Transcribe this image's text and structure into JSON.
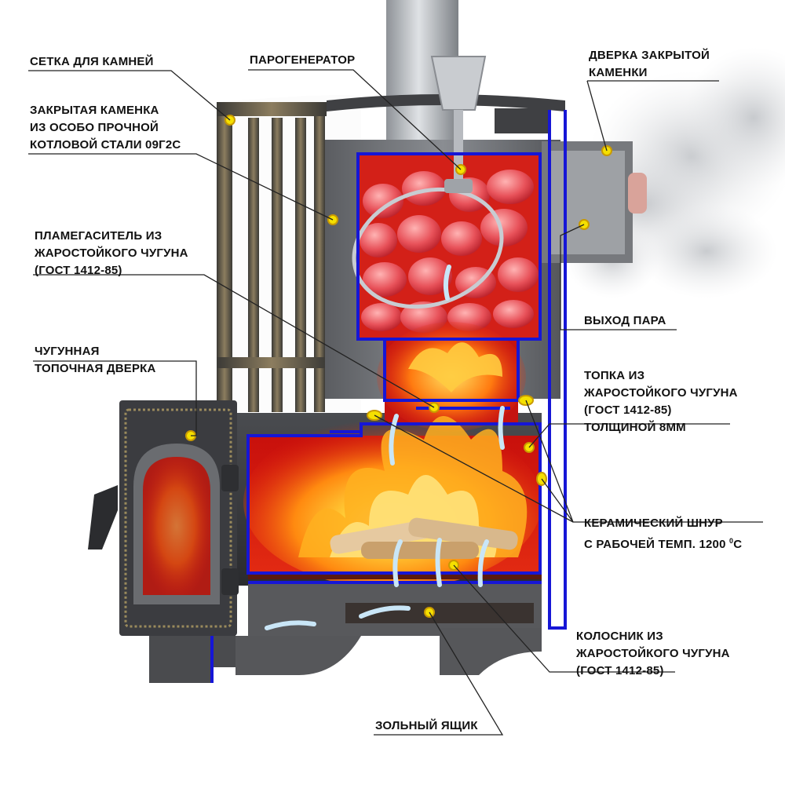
{
  "colors": {
    "frame": "#1616d6",
    "fire_red": "#d9160f",
    "marker": "#f5e000",
    "leader": "#222222"
  },
  "labels": {
    "stone_mesh": [
      "СЕТКА ДЛЯ КАМНЕЙ"
    ],
    "closed_heater": [
      "ЗАКРЫТАЯ КАМЕНКА",
      "ИЗ ОСОБО ПРОЧНОЙ",
      "КОТЛОВОЙ СТАЛИ 09Г2С"
    ],
    "flame_damper": [
      "ПЛАМЕГАСИТЕЛЬ ИЗ",
      "ЖАРОСТОЙКОГО ЧУГУНА",
      "(ГОСТ 1412-85)"
    ],
    "firebox_door": [
      "ЧУГУННАЯ",
      "ТОПОЧНАЯ ДВЕРКА"
    ],
    "steam_generator": [
      "ПАРОГЕНЕРАТОР"
    ],
    "heater_door": [
      "ДВЕРКА ЗАКРЫТОЙ",
      "КАМЕНКИ"
    ],
    "steam_outlet": [
      "ВЫХОД ПАРА"
    ],
    "firebox": [
      "ТОПКА ИЗ",
      "ЖАРОСТОЙКОГО ЧУГУНА",
      "(ГОСТ 1412-85)",
      "ТОЛЩИНОЙ 8ММ"
    ],
    "ceramic_cord": {
      "line1": "КЕРАМИЧЕСКИЙ ШНУР",
      "line2_pre": "С РАБОЧЕЙ ТЕМП. 1200 ",
      "sup": "0",
      "line2_post": "С"
    },
    "grate": [
      "КОЛОСНИК ИЗ",
      "ЖАРОСТОЙКОГО ЧУГУНА",
      "(ГОСТ 1412-85)"
    ],
    "ash_box": [
      "ЗОЛЬНЫЙ ЯЩИК"
    ]
  }
}
